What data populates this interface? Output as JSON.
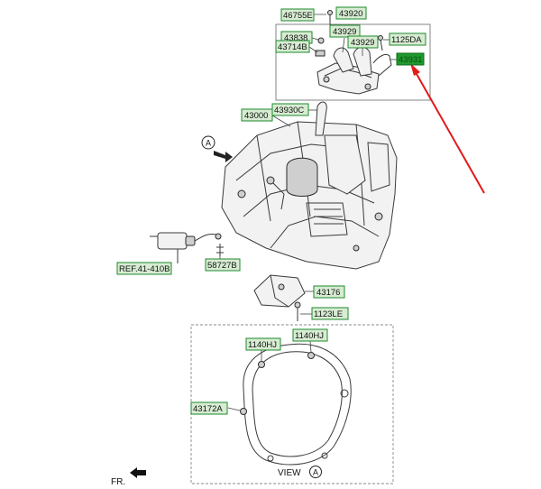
{
  "labels": {
    "l46755E": "46755E",
    "l43920": "43920",
    "l43838": "43838",
    "l43929a": "43929",
    "l43929b": "43929",
    "l1125DA": "1125DA",
    "l43714B": "43714B",
    "l43931": "43931",
    "l43930C": "43930C",
    "l43000": "43000",
    "lRef": "REF.41-410B",
    "l58727B": "58727B",
    "l43176": "43176",
    "l1123LE": "1123LE",
    "l1140HJa": "1140HJ",
    "l1140HJb": "1140HJ",
    "l43172A": "43172A"
  },
  "markers": {
    "view_letter": "A",
    "arrow_letter": "A"
  },
  "texts": {
    "view": "VIEW",
    "fr": "FR."
  },
  "colors": {
    "label_fill": "#d7ecd2",
    "label_border": "#1d8a2c",
    "highlight_fill": "#1f9a2e",
    "pointer_arrow": "#e01b1b"
  }
}
